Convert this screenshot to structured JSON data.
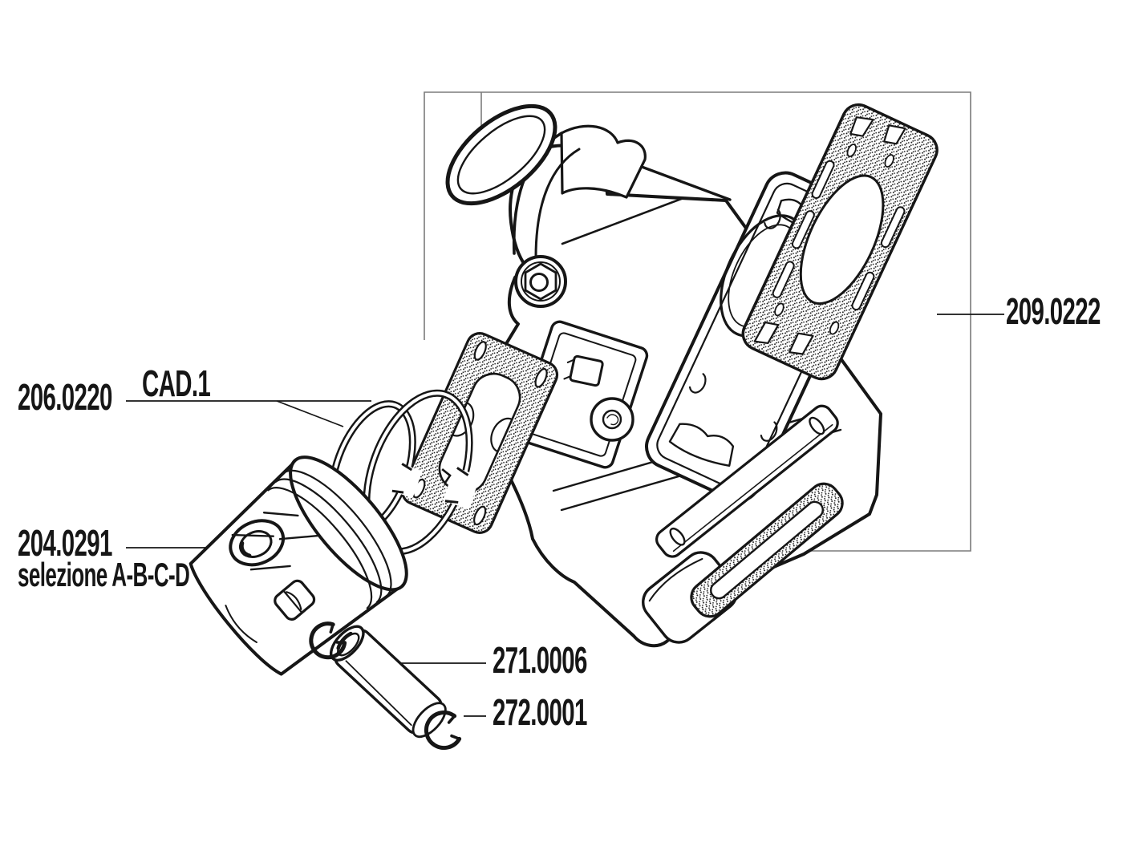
{
  "page": {
    "kind": "exploded-parts-diagram",
    "colors": {
      "background": "#ffffff",
      "ink": "#161616",
      "frame_line": "#7b7b7b"
    }
  },
  "callouts": {
    "ring_set": {
      "label": "206.0220"
    },
    "cad": {
      "label": "CAD.1"
    },
    "piston": {
      "label": "204.0291"
    },
    "piston_note": {
      "label": "selezione A-B-C-D"
    },
    "head_gasket": {
      "label": "209.0222"
    },
    "wrist_pin": {
      "label": "271.0006"
    },
    "circlip": {
      "label": "272.0001"
    }
  },
  "parts_depicted": [
    "exhaust-o-ring",
    "cylinder-with-exhaust-bracket-bolt",
    "cylinder-head-gasket",
    "cylinder-base-gasket",
    "piston-ring-set",
    "piston",
    "wrist-pin",
    "wrist-pin-circlip-upper",
    "wrist-pin-circlip-lower",
    "manifold-gasket"
  ]
}
